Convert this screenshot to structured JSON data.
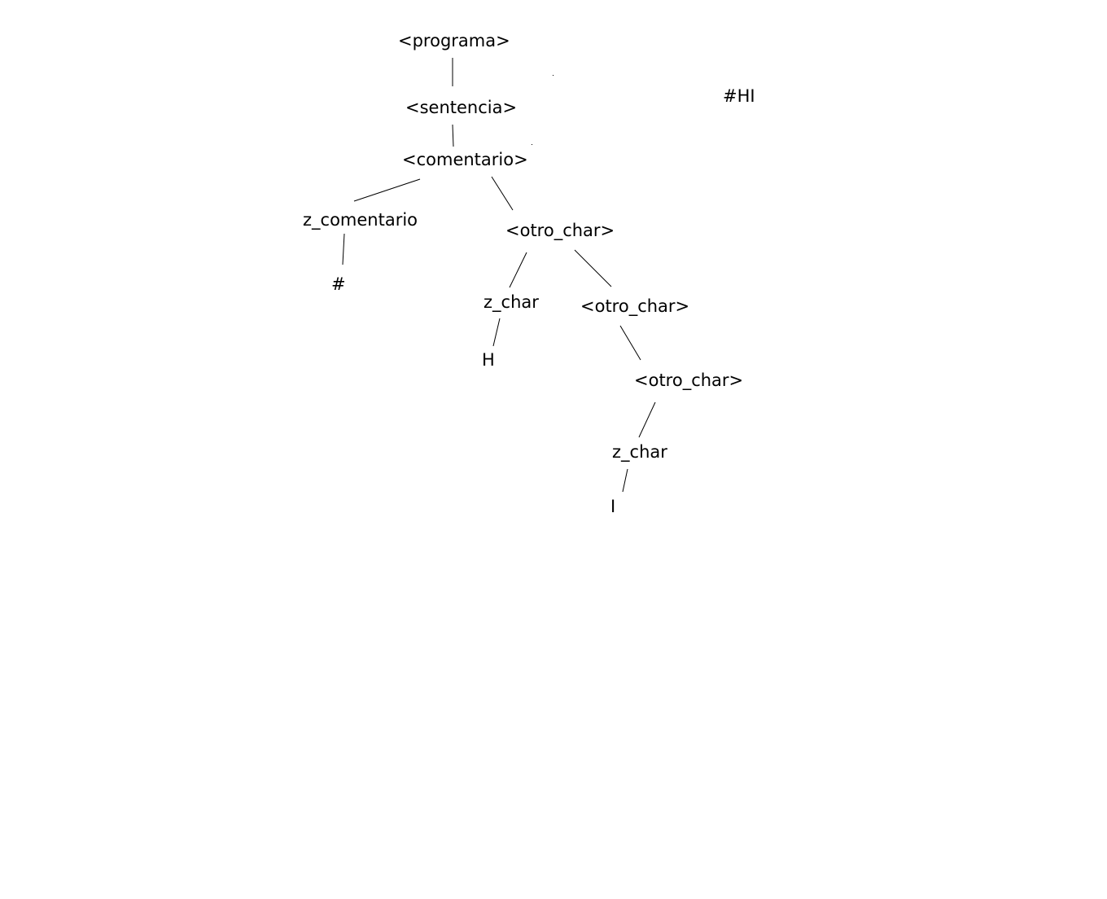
{
  "diagram": {
    "input_string": "#HI",
    "nodes": [
      {
        "id": "programa",
        "label": "<programa>"
      },
      {
        "id": "sentencia",
        "label": "<sentencia>"
      },
      {
        "id": "comentario",
        "label": "<comentario>"
      },
      {
        "id": "z-comentario",
        "label": "z_comentario"
      },
      {
        "id": "hash",
        "label": "#"
      },
      {
        "id": "otro-char-1",
        "label": "<otro_char>"
      },
      {
        "id": "z-char-1",
        "label": "z_char"
      },
      {
        "id": "h",
        "label": "H"
      },
      {
        "id": "otro-char-2",
        "label": "<otro_char>"
      },
      {
        "id": "otro-char-3",
        "label": "<otro_char>"
      },
      {
        "id": "z-char-2",
        "label": "z_char"
      },
      {
        "id": "i",
        "label": "I"
      }
    ],
    "edges": [
      {
        "from": "programa",
        "to": "sentencia"
      },
      {
        "from": "sentencia",
        "to": "comentario"
      },
      {
        "from": "comentario",
        "to": "z-comentario"
      },
      {
        "from": "comentario",
        "to": "otro-char-1"
      },
      {
        "from": "z-comentario",
        "to": "hash"
      },
      {
        "from": "otro-char-1",
        "to": "z-char-1"
      },
      {
        "from": "otro-char-1",
        "to": "otro-char-2"
      },
      {
        "from": "z-char-1",
        "to": "h"
      },
      {
        "from": "otro-char-2",
        "to": "otro-char-3"
      },
      {
        "from": "otro-char-3",
        "to": "z-char-2"
      },
      {
        "from": "z-char-2",
        "to": "i"
      }
    ]
  }
}
